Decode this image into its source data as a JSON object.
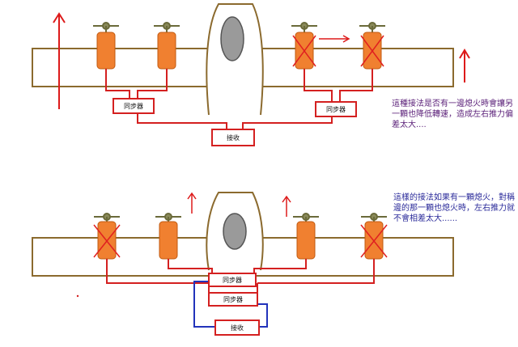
{
  "top": {
    "sync_left": "同步器",
    "sync_right": "同步器",
    "receiver": "接收",
    "note": "這種接法是否有一邊熄火時會讓另一顆也降低轉速，造成左右推力偏差太大...."
  },
  "bottom": {
    "sync_1": "同步器",
    "sync_2": "同步器",
    "receiver": "接收",
    "note": "這樣的接法如果有一顆熄火，對稱邊的那一顆也熄火時，左右推力就不會相差太大......"
  },
  "colors": {
    "wing": "#8b6a2e",
    "wire_red": "#d42020",
    "wire_blue": "#2233bb",
    "engine": "#f08030",
    "engine_dead_mark": "#e02020",
    "canopy": "#9a9a9a",
    "arrow": "#dd1a1a"
  },
  "icons": [
    "up-arrow-icon",
    "right-arrow-icon",
    "cross-icon"
  ]
}
